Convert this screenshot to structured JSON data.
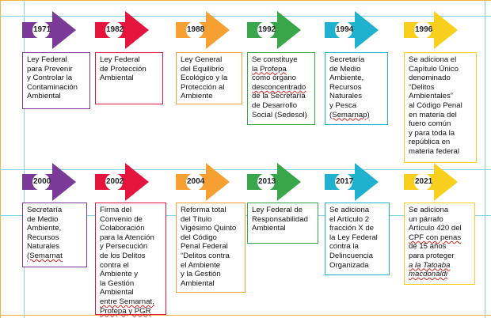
{
  "colors": {
    "purple": "#7b3a97",
    "red": "#e5143c",
    "orange": "#f6a033",
    "green": "#39a64a",
    "cyan": "#1fb2cf",
    "yellow": "#f7cf1c"
  },
  "timeline": {
    "row1": [
      {
        "year": "1971",
        "color": "purple",
        "lines": [
          "Ley Federal",
          "para Prevenir",
          "y Controlar la",
          "Contaminación",
          "Ambiental"
        ]
      },
      {
        "year": "1982",
        "color": "red",
        "lines": [
          "Ley Federal",
          "de Protección",
          "Ambiental"
        ]
      },
      {
        "year": "1988",
        "color": "orange",
        "lines": [
          "Ley General",
          "del Equilibrio",
          "Ecológico y la",
          "Protección al",
          "Ambiente"
        ]
      },
      {
        "year": "1992",
        "color": "green",
        "lines": [
          "Se constituye",
          "la Profepa",
          "como órgano",
          "desconcentrado",
          "de la Secretaría",
          "de Desarrollo",
          "Social (Sedesol)"
        ]
      },
      {
        "year": "1994",
        "color": "cyan",
        "lines": [
          "Secretaría",
          "de Medio",
          "Ambiente,",
          "Recursos",
          "Naturales",
          "y Pesca",
          "(Semarnap)"
        ]
      },
      {
        "year": "1996",
        "color": "yellow",
        "lines": [
          "Se adiciona el",
          "Capítulo Único",
          "denominado",
          "“Delitos",
          "Ambientales”",
          "al Código Penal",
          "en materia del",
          "fuero común",
          "y para toda la",
          "república en",
          "materia federal"
        ]
      }
    ],
    "row2": [
      {
        "year": "2000",
        "color": "purple",
        "lines": [
          "Secretaría",
          "de Medio",
          "Ambiente,",
          "Recursos",
          "Naturales",
          "(Semarnat"
        ]
      },
      {
        "year": "2002",
        "color": "red",
        "lines": [
          "Firma del",
          "Convenio de",
          "Colaboración",
          "para la Atención",
          "y Persecución",
          "de los Delitos",
          "contra el",
          "Ambiente y",
          "la Gestión",
          "Ambiental",
          "entre Semarnat,",
          "Profepa y PGR"
        ]
      },
      {
        "year": "2004",
        "color": "orange",
        "lines": [
          "Reforma total",
          "del Título",
          "Vigésimo Quinto",
          "del Código",
          "Penal Federal",
          "“Delitos contra",
          "el Ambiente",
          "y la Gestión",
          "Ambiental"
        ]
      },
      {
        "year": "2013",
        "color": "green",
        "lines": [
          "Ley Federal de",
          "Responsabilidad",
          "Ambiental"
        ]
      },
      {
        "year": "2017",
        "color": "cyan",
        "lines": [
          "Se adiciona",
          "el Artículo 2",
          "fracción X de",
          "la Ley Federal",
          "contra la",
          "Delincuencia",
          "Organizada"
        ]
      },
      {
        "year": "2021",
        "color": "yellow",
        "lines": [
          "Se adiciona",
          "un párrafo",
          "Artículo 420 del",
          "CPF con penas",
          "de 15 años",
          "para proteger",
          "a la Tatoaba",
          "macdonaldi"
        ]
      }
    ]
  }
}
